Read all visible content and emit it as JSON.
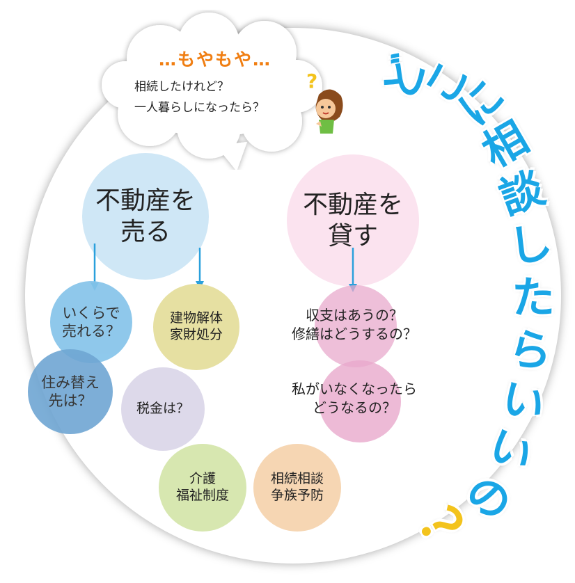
{
  "thought": {
    "mutter": "…もやもや…",
    "line1": "相続したけれど？",
    "line2": "一人暮らしになったら？"
  },
  "headline": "どこに相談したらいいの？",
  "headline_chars": [
    "ど",
    "こ",
    "に",
    "相",
    "談",
    "し",
    "た",
    "ら",
    "い",
    "い",
    "の",
    "？"
  ],
  "sell": {
    "line1": "不動産を",
    "line2": "売る"
  },
  "lend": {
    "line1": "不動産を",
    "line2": "貸す"
  },
  "bubbles": {
    "how_much": [
      "いくらで",
      "売れる？"
    ],
    "demolition": [
      "建物解体",
      "家財処分"
    ],
    "moving": [
      "住み替え",
      "先は？"
    ],
    "tax": [
      "税金は？"
    ],
    "income": [
      "収支はあうの？",
      "修繕はどうするの？"
    ],
    "after_me": [
      "私がいなくなったら",
      "どうなるの？"
    ],
    "care": [
      "介護",
      "福祉制度"
    ],
    "inheritance": [
      "相続相談",
      "争族予防"
    ]
  },
  "colors": {
    "headline": "#1aa6e6",
    "mutter": "#f07e12",
    "blue": "#cfe7f6",
    "blue_mid": "#86c4ea",
    "blue_dark": "#6fa6d3",
    "pink": "#fbe3ef",
    "pink_mid": "#e8a9cc",
    "khaki": "#e6e0a2",
    "lavender": "#ddd9ea",
    "green": "#d7e7b0",
    "peach": "#f6d6b3",
    "arrow": "#2aa0dc",
    "question": "#f3c31c"
  }
}
